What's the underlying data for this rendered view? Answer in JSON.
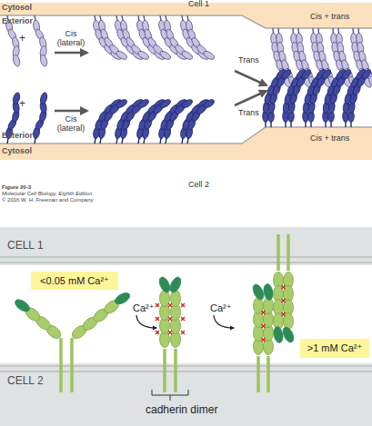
{
  "diagram": {
    "nodes": [
      {
        "text": [
          "Cell 1",
          "Cytosol",
          "Cis + trans"
        ]
      },
      {
        "text": [
          "Cytosol",
          "Cis + trans",
          "Cell 2"
        ]
      },
      {
        "text": [
          "CELL 1"
        ]
      },
      {
        "text": [
          "<0.05 mM Ca²⁺"
        ]
      },
      {
        "text": [
          ">1 mM Ca²⁺"
        ]
      },
      {
        "text": [
          "CELL 2"
        ]
      }
    ],
    "labels": [
      "Exterior",
      "+",
      "Cis (lateral)",
      "Trans",
      "+",
      "Cis (lateral)",
      "Trans",
      "Exterior",
      "Figure 20-3",
      "Molecular Cell Biology, Eighth Edition",
      "© 2016 W. H. Freeman and Company",
      "Ca²⁺",
      "Ca²⁺",
      "cadherin dimer"
    ]
  }
}
